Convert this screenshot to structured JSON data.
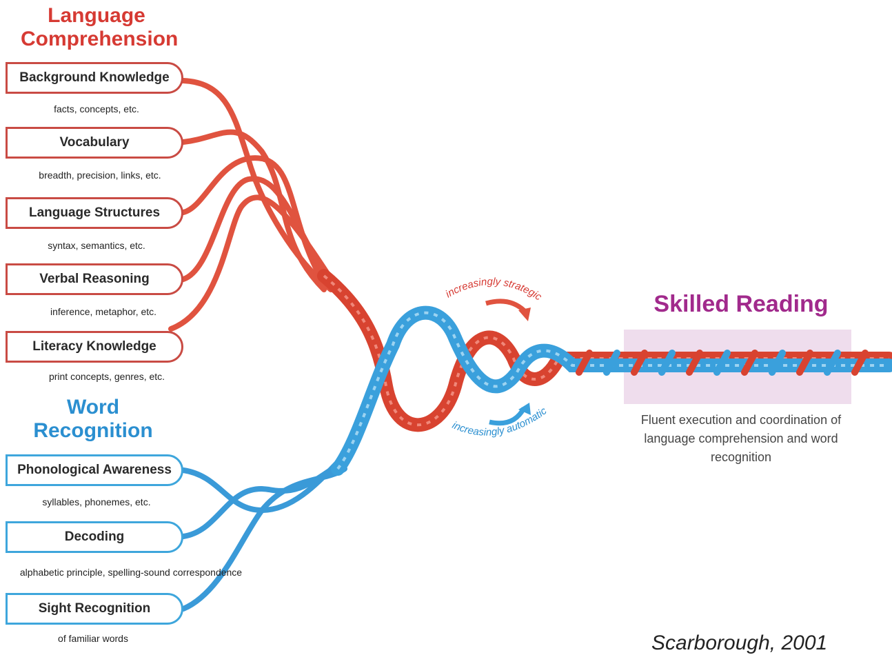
{
  "language_comprehension": {
    "title": "Language Comprehension",
    "color": "#d63a33",
    "strands": [
      {
        "label": "Background Knowledge",
        "sub": "facts, concepts, etc."
      },
      {
        "label": "Vocabulary",
        "sub": "breadth, precision, links, etc."
      },
      {
        "label": "Language Structures",
        "sub": "syntax, semantics, etc."
      },
      {
        "label": "Verbal Reasoning",
        "sub": "inference, metaphor, etc."
      },
      {
        "label": "Literacy Knowledge",
        "sub": "print concepts, genres, etc."
      }
    ]
  },
  "word_recognition": {
    "title": "Word Recognition",
    "color": "#2b8fd0",
    "strands": [
      {
        "label": "Phonological Awareness",
        "sub": "syllables, phonemes, etc."
      },
      {
        "label": "Decoding",
        "sub": "alphabetic principle, spelling-sound correspondence"
      },
      {
        "label": "Sight Recognition",
        "sub": "of familiar words"
      }
    ]
  },
  "arrows": {
    "strategic": "increasingly strategic",
    "automatic": "increasingly automatic"
  },
  "skilled_reading": {
    "title": "Skilled Reading",
    "color": "#a12a8c",
    "description": "Fluent execution and coordination of language comprehension and word recognition"
  },
  "citation": "Scarborough, 2001"
}
